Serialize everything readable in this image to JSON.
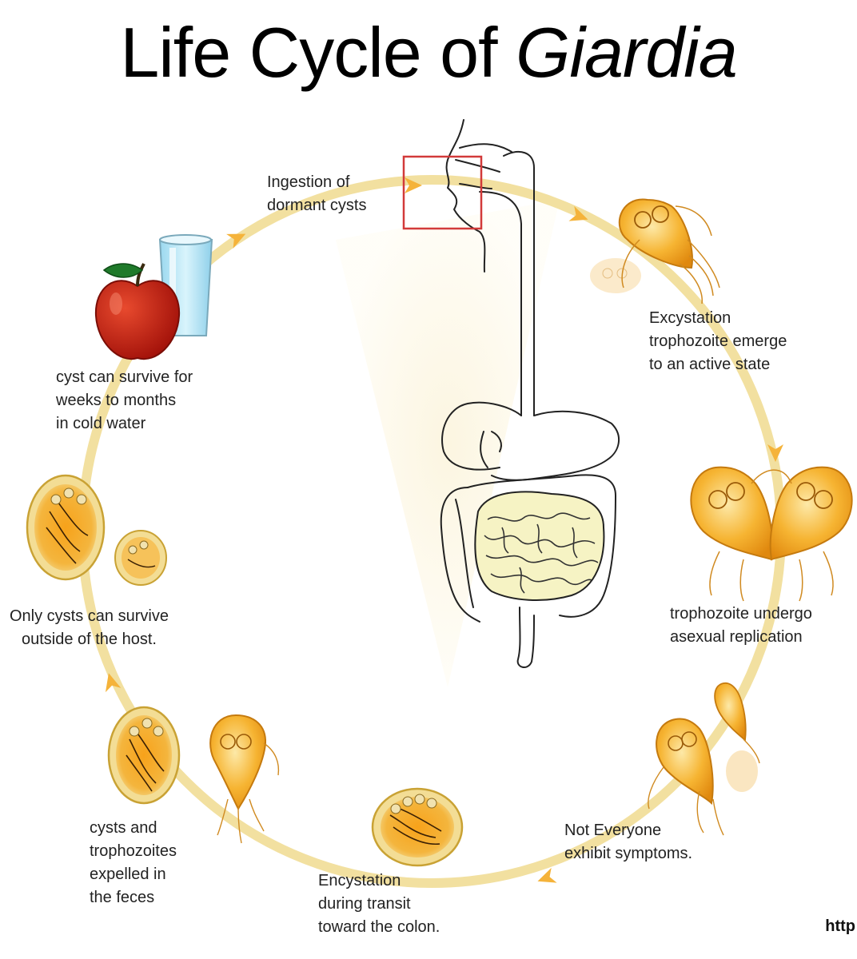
{
  "title": {
    "prefix": "Life Cycle of",
    "genus": "Giardia"
  },
  "stages": {
    "ingestion": [
      "Ingestion of",
      "dormant cysts"
    ],
    "excystation": [
      "Excystation",
      "trophozoite emerge",
      "to an active state"
    ],
    "replication": [
      "trophozoite undergo",
      "asexual replication"
    ],
    "symptoms": [
      "Not Everyone",
      "exhibit symptoms."
    ],
    "encystation": [
      "Encystation",
      "during transit",
      "toward the colon."
    ],
    "expelled": [
      "cysts and",
      "trophozoites",
      "expelled in",
      "the feces"
    ],
    "survive_outside": [
      "Only cysts can survive",
      "outside of the host."
    ],
    "survive_water": [
      "cyst can survive for",
      "weeks to months",
      "in cold water"
    ]
  },
  "corner_text": "http",
  "colors": {
    "cycle_ring": "#f2e0a0",
    "arrow": "#f5b33a",
    "parasite": "#f6a81e",
    "parasite_dark": "#d87a0c",
    "cyst_fill": "#f4d98a",
    "cyst_rim": "#c9a234",
    "intestine": "#f6f3c4",
    "highlight_box": "#d23a3a",
    "apple": "#c0180c",
    "leaf": "#1f7a2a",
    "glass": "#bfe9f7"
  }
}
